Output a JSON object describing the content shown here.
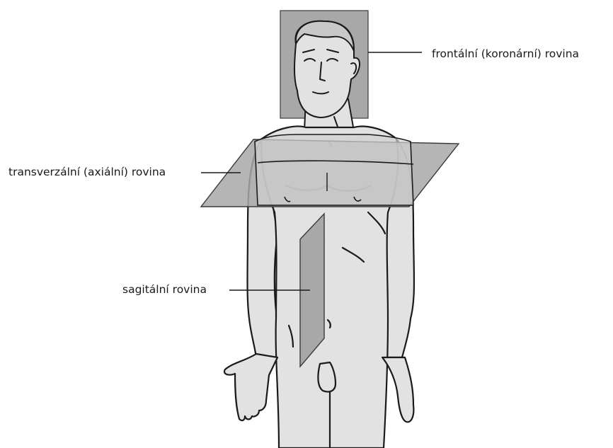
{
  "labels": {
    "frontal": "frontální (koronární) rovina",
    "transverse": "transverzální (axiální) rovina",
    "sagittal": "sagitální rovina"
  },
  "colors": {
    "background": "#ffffff",
    "body_fill": "#e2e2e2",
    "plane_fill": "#a8a8a8",
    "outline": "#1a1a1a",
    "label_text": "#1a1a1a"
  }
}
